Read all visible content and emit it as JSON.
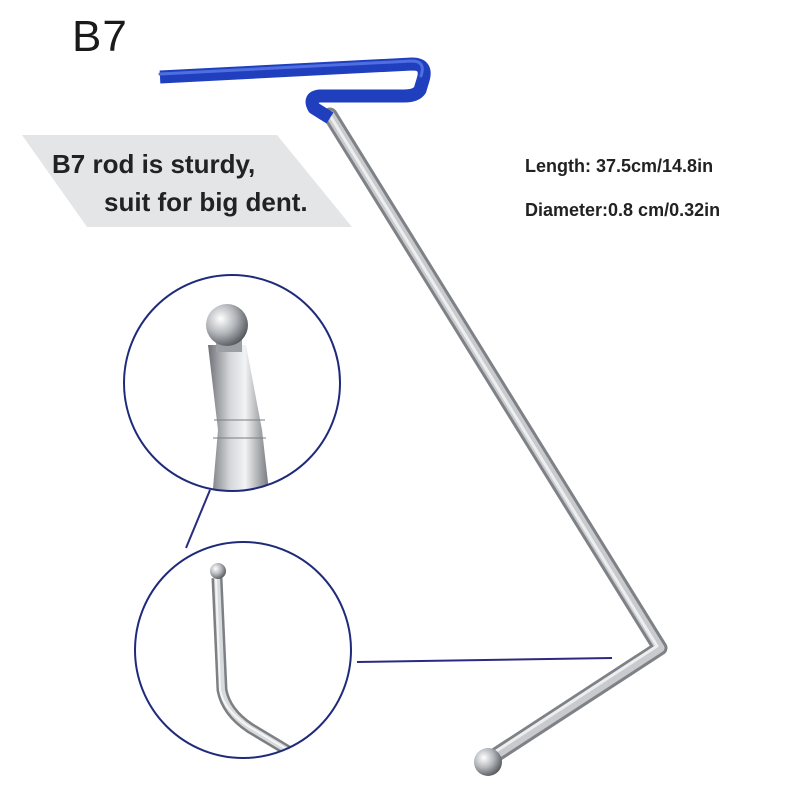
{
  "title": "B7",
  "banner": {
    "line1": "B7 rod is sturdy,",
    "line2": "suit for big dent."
  },
  "specs": {
    "length": "Length: 37.5cm/14.8in",
    "diameter": "Diameter:0.8 cm/0.32in"
  },
  "colors": {
    "handle": "#1f3fbf",
    "callout_line": "#2a2a80",
    "steel": "#b9bcc0"
  }
}
